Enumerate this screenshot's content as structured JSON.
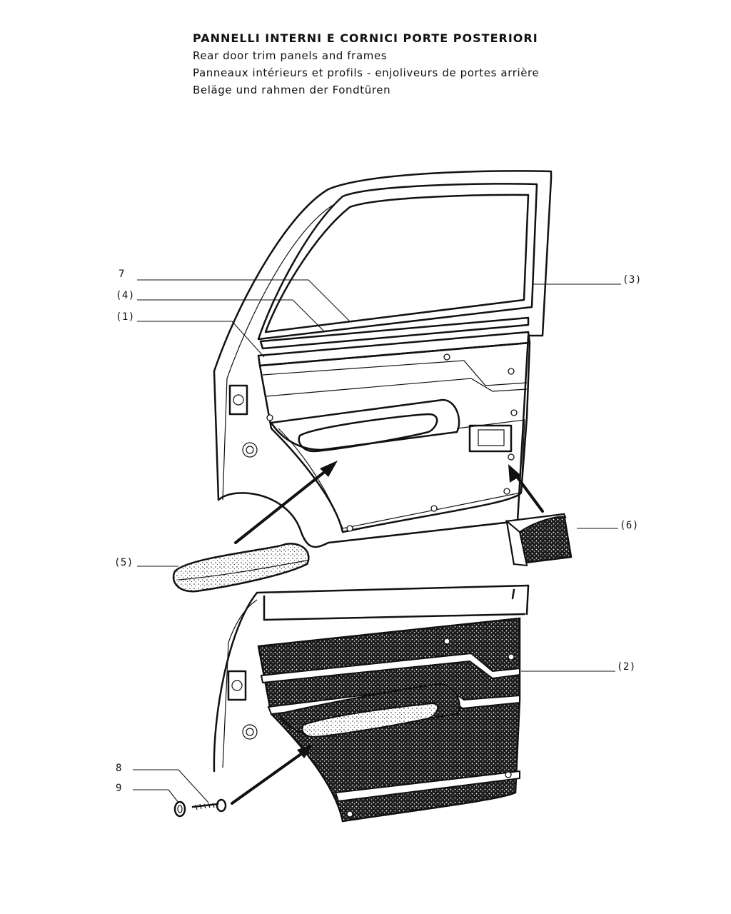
{
  "header": {
    "title_it": "PANNELLI INTERNI E CORNICI PORTE POSTERIORI",
    "title_en": "Rear door trim panels and frames",
    "title_fr": "Panneaux intérieurs et profils - enjoliveurs de portes arrière",
    "title_de": "Beläge und rahmen der Fondtüren"
  },
  "callouts": {
    "c7": "7",
    "c4": "(4)",
    "c1": "(1)",
    "c3": "(3)",
    "c5": "(5)",
    "c6": "(6)",
    "c2": "(2)",
    "c8": "8",
    "c9": "9"
  }
}
